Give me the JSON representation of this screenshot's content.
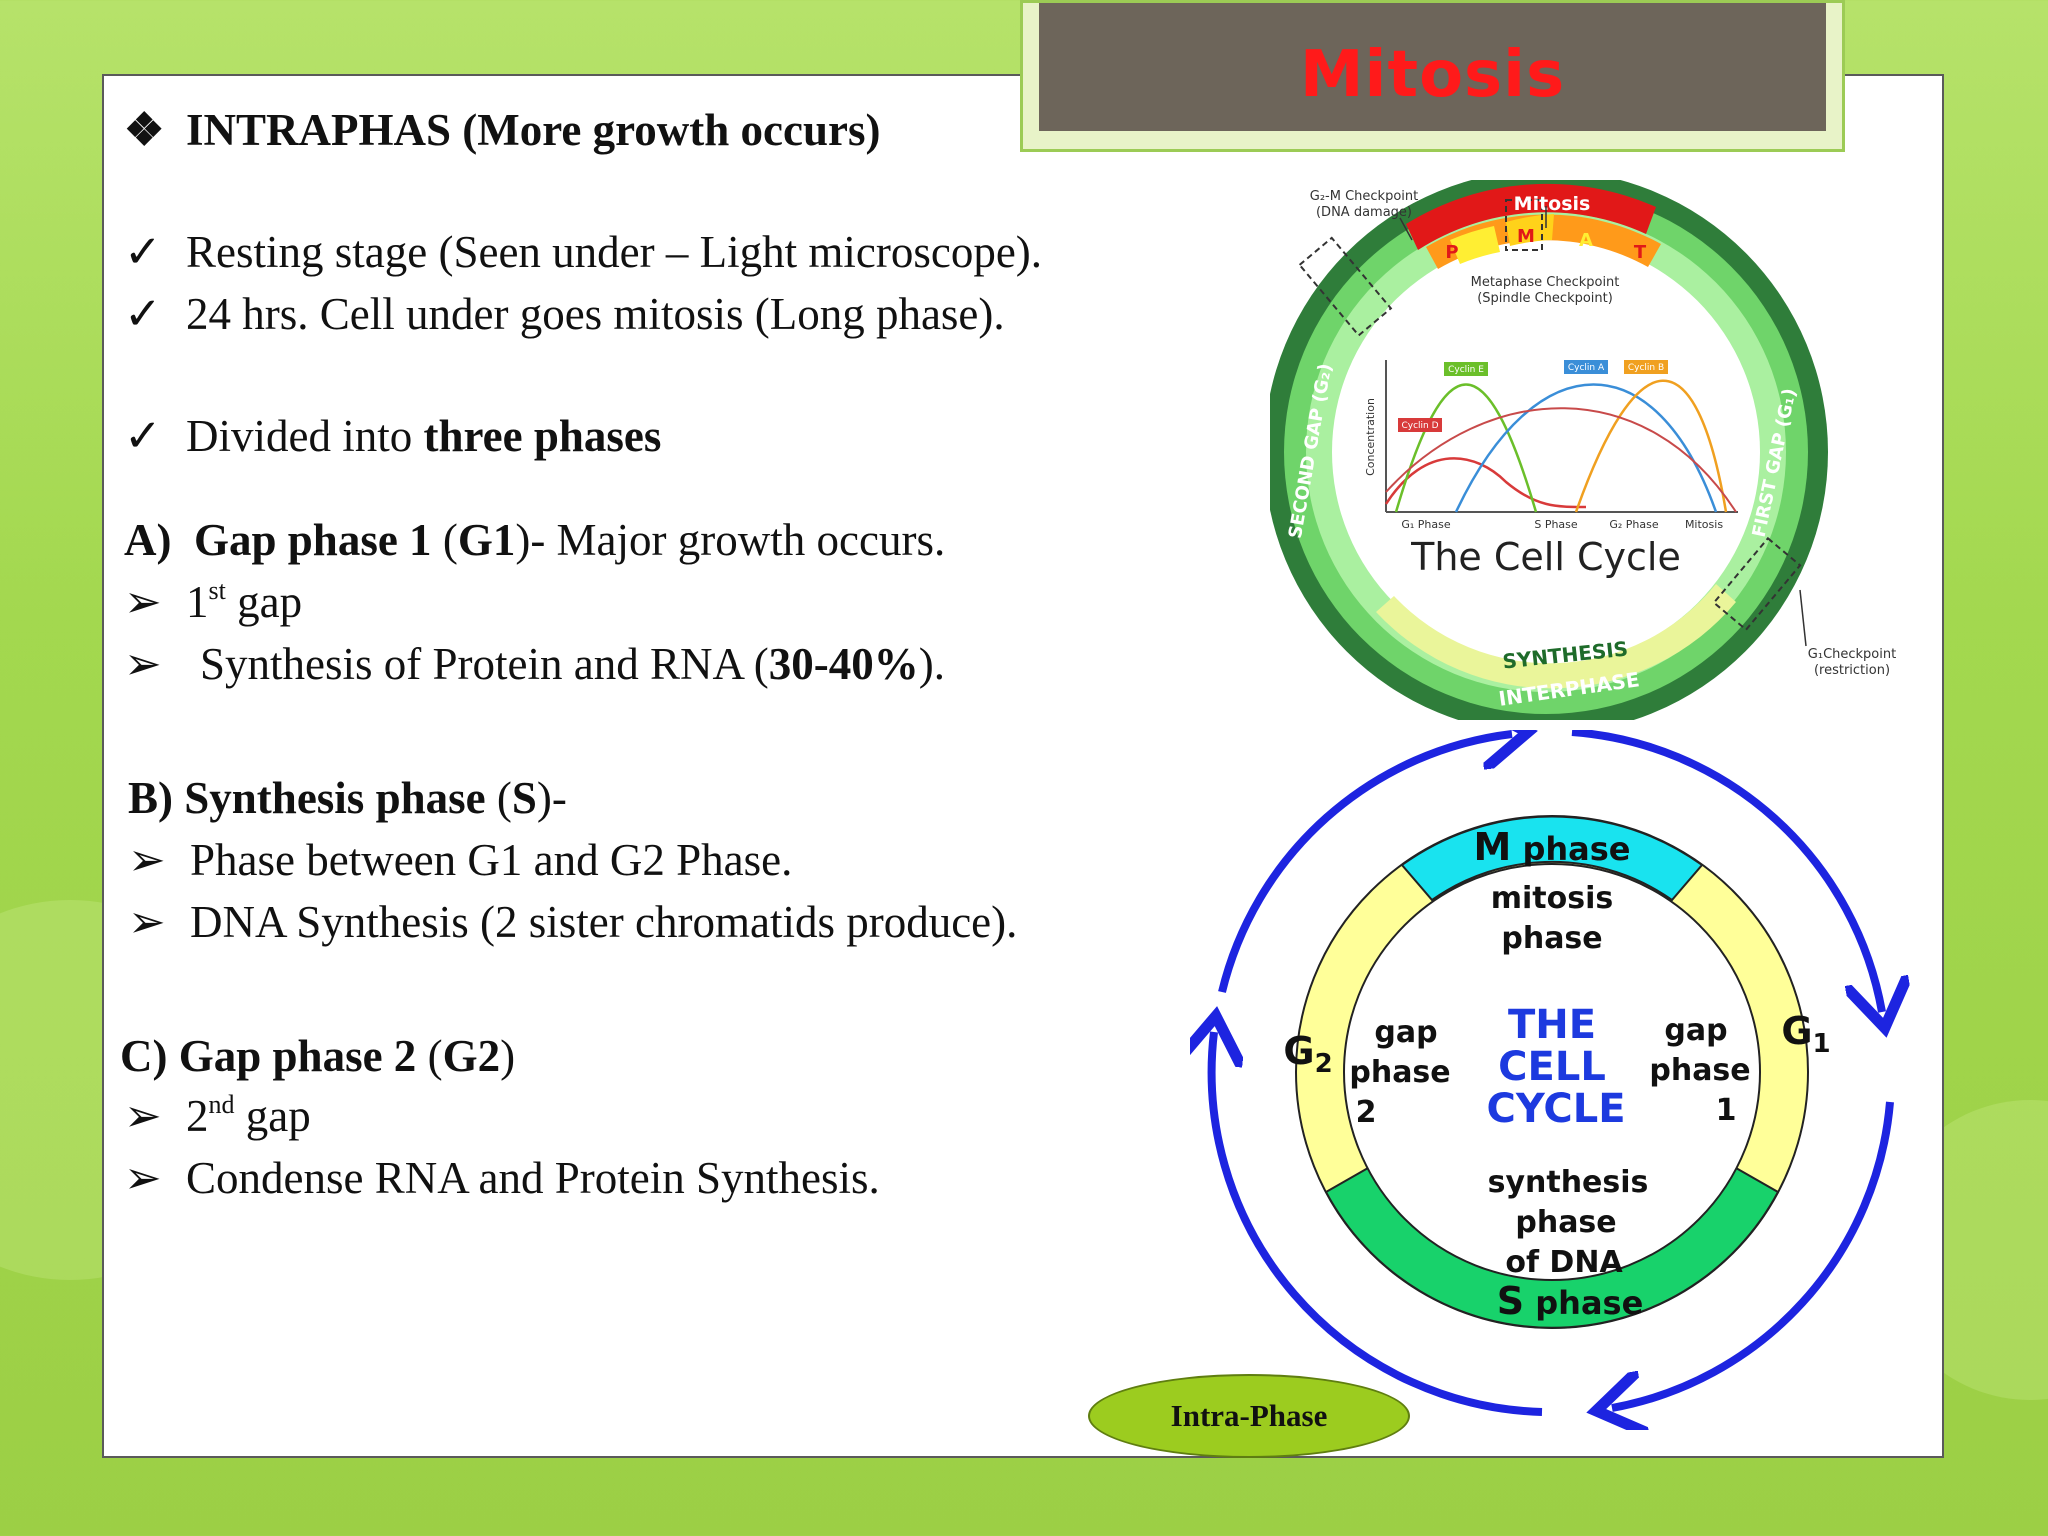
{
  "slide": {
    "title": "Mitosis",
    "heading": "INTRAPHAS (More growth occurs)",
    "points": [
      "Resting stage (Seen under – Light  microscope).",
      "24 hrs. Cell under goes mitosis (Long phase).",
      "Divided into "
    ],
    "points_bold": "three phases",
    "section_a": {
      "label": "A)",
      "title_bold": "Gap phase 1",
      "code_paren_open": " (",
      "code": "G1",
      "rest": ")- Major growth occurs.",
      "item1_num": "1",
      "item1_sup": "st",
      "item1_text": " gap",
      "item2_pre": "Synthesis of Protein and RNA (",
      "item2_bold": "30-40%",
      "item2_post": ")."
    },
    "section_b": {
      "label_bold": "B) Synthesis phase",
      "code_pre": " (",
      "code": "S",
      "rest": ")-",
      "item1": "Phase between G1 and G2 Phase.",
      "item2": "DNA Synthesis (2 sister chromatids produce)."
    },
    "section_c": {
      "label_bold": "C) Gap phase 2",
      "code_pre": " (",
      "code": "G2",
      "rest": ")",
      "item1_num": "2",
      "item1_sup": "nd",
      "item1_text": " gap",
      "item2": "Condense RNA and Protein Synthesis."
    },
    "pill": "Intra-Phase"
  },
  "diagram_top": {
    "g2m_checkpoint_line1": "G₂-M Checkpoint",
    "g2m_checkpoint_line2": "(DNA damage)",
    "mitosis": "Mitosis",
    "p": "P",
    "m": "M",
    "a": "A",
    "t": "T",
    "metaphase_line1": "Metaphase Checkpoint",
    "metaphase_line2": "(Spindle Checkpoint)",
    "second_gap": "SECOND GAP (G₂)",
    "first_gap": "FIRST GAP (G₁)",
    "concentration": "Concentration",
    "cyclin_d": "Cyclin D",
    "cyclin_e": "Cyclin E",
    "cyclin_a": "Cyclin A",
    "cyclin_b": "Cyclin B",
    "x_g1": "G₁ Phase",
    "x_s": "S Phase",
    "x_g2": "G₂ Phase",
    "x_m": "Mitosis",
    "center": "The Cell Cycle",
    "synthesis": "SYNTHESIS",
    "interphase": "INTERPHASE",
    "g1_checkpoint_line1": "G₁Checkpoint",
    "g1_checkpoint_line2": "(restriction)"
  },
  "diagram_bottom": {
    "m_big": "M",
    "m_phase": " phase",
    "mitosis_l1": "mitosis",
    "mitosis_l2": "phase",
    "g2_big": "G",
    "g2_sub": "2",
    "g1_big": "G",
    "g1_sub": "1",
    "gap2_l1": "gap",
    "gap2_l2": "phase",
    "gap2_l3": "2",
    "gap1_l1": "gap",
    "gap1_l2": "phase",
    "gap1_l3": "1",
    "center_l1": "THE",
    "center_l2": "CELL",
    "center_l3": "CYCLE",
    "syn_l1": "synthesis",
    "syn_l2": "phase",
    "syn_l3": "of DNA",
    "s_big": "S",
    "s_phase": " phase"
  },
  "colors": {
    "title_red": "#ff1a1a",
    "title_box": "#6d655a",
    "ring_dark_green": "#2f7d3a",
    "mitosis_red": "#e11818",
    "cyan": "#19e3ef",
    "yellow": "#ffff99",
    "green": "#18d26b",
    "arrow_blue": "#1d24e0",
    "pill_green": "#9ccc1f"
  }
}
